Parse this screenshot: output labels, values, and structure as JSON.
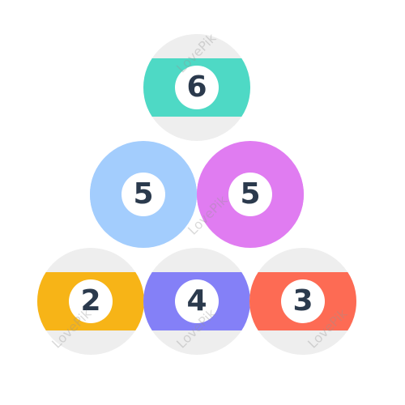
{
  "balls": [
    {
      "id": "top",
      "number": "6",
      "base": "#eeeeee",
      "band": "#4ed9c5",
      "style": "striped"
    },
    {
      "id": "mid-left",
      "number": "5",
      "base": "#a3cdfd",
      "band": "#a3cdfd",
      "style": "solid"
    },
    {
      "id": "mid-right",
      "number": "5",
      "base": "#e07cf1",
      "band": "#e07cf1",
      "style": "solid"
    },
    {
      "id": "bottom-left",
      "number": "2",
      "base": "#eeeeee",
      "band": "#f7b417",
      "style": "striped"
    },
    {
      "id": "bottom-center",
      "number": "4",
      "base": "#eeeeee",
      "band": "#8480f7",
      "style": "striped"
    },
    {
      "id": "bottom-right",
      "number": "3",
      "base": "#eeeeee",
      "band": "#fd6b54",
      "style": "striped"
    }
  ],
  "watermark": {
    "text": "LovePik"
  }
}
